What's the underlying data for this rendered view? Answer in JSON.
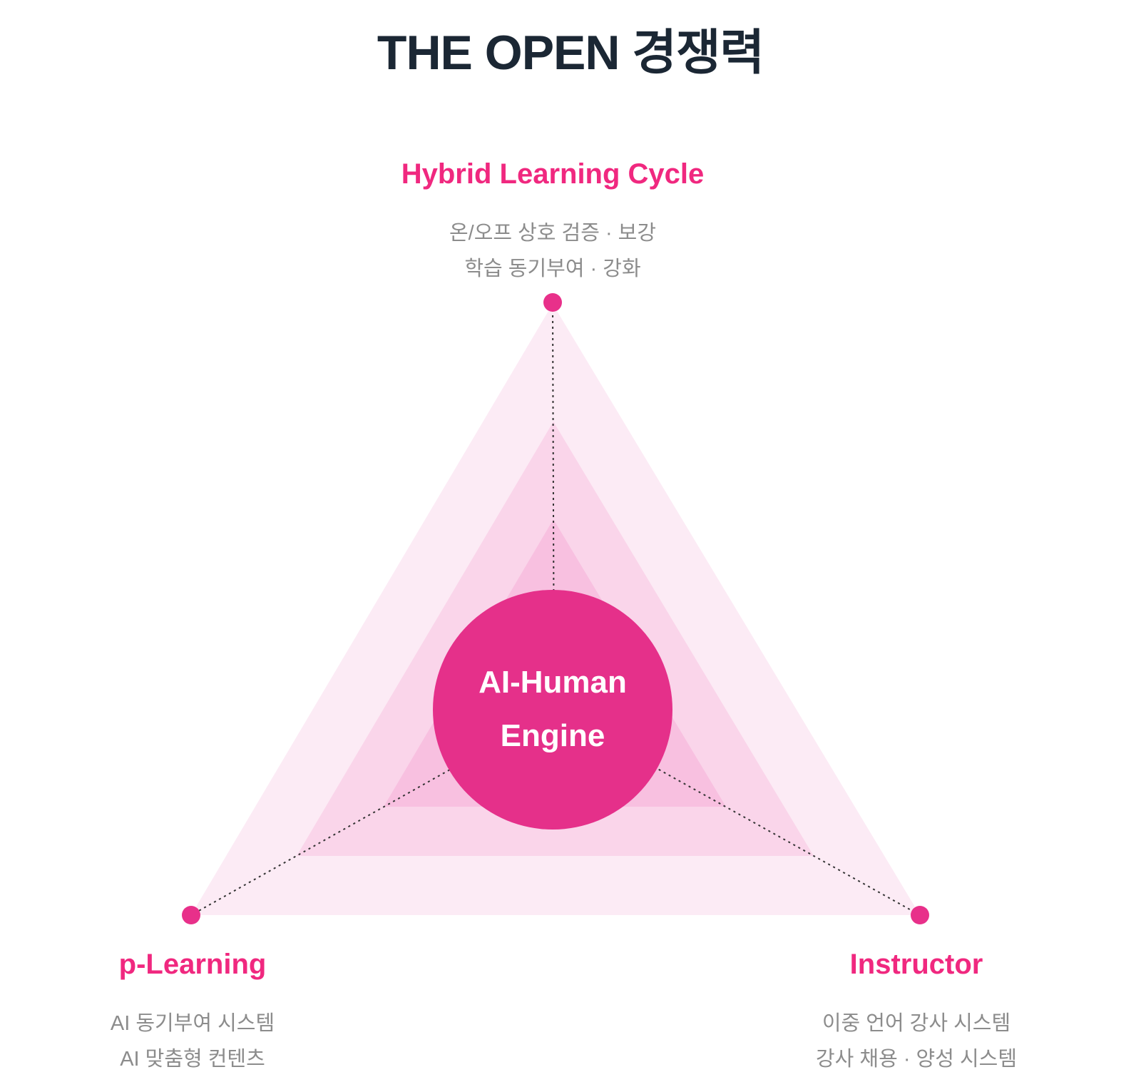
{
  "title": "THE OPEN 경쟁력",
  "diagram": {
    "center": {
      "line1": "AI-Human",
      "line2": "Engine"
    },
    "vertices": {
      "top": {
        "label": "Hybrid Learning Cycle",
        "desc1": "온/오프 상호 검증 · 보강",
        "desc2": "학습 동기부여 · 강화"
      },
      "left": {
        "label": "p-Learning",
        "desc1": "AI 동기부여 시스템",
        "desc2": "AI 맞춤형 컨텐츠"
      },
      "right": {
        "label": "Instructor",
        "desc1": "이중 언어 강사 시스템",
        "desc2": "강사 채용 · 양성 시스템"
      }
    },
    "colors": {
      "title_color": "#1b2734",
      "label_pink": "#f0287f",
      "desc_gray": "#8c8c8c",
      "accent_dot": "#e8308a",
      "center_circle": "#e5308a",
      "triangle_outer": "#fcebf5",
      "triangle_mid": "#fad5ea",
      "triangle_inner": "#f8c0e0",
      "dotted_line": "#333333"
    }
  }
}
